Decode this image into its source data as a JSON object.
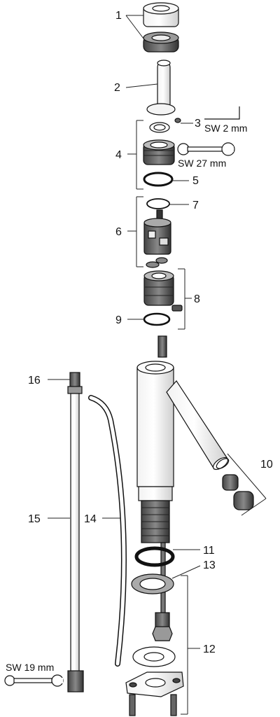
{
  "callouts": [
    {
      "id": "1",
      "label": "1"
    },
    {
      "id": "2",
      "label": "2"
    },
    {
      "id": "3",
      "label": "3"
    },
    {
      "id": "4",
      "label": "4"
    },
    {
      "id": "5",
      "label": "5"
    },
    {
      "id": "6",
      "label": "6"
    },
    {
      "id": "7",
      "label": "7"
    },
    {
      "id": "8",
      "label": "8"
    },
    {
      "id": "9",
      "label": "9"
    },
    {
      "id": "10",
      "label": "10"
    },
    {
      "id": "11",
      "label": "11"
    },
    {
      "id": "12",
      "label": "12"
    },
    {
      "id": "13",
      "label": "13"
    },
    {
      "id": "14",
      "label": "14"
    },
    {
      "id": "15",
      "label": "15"
    },
    {
      "id": "16",
      "label": "16"
    }
  ],
  "tool_labels": {
    "hex_key": "SW 2 mm",
    "wrench_27": "SW 27 mm",
    "wrench_19": "SW 19 mm"
  },
  "icons": {
    "hex_key": "hex-key-icon",
    "wrench": "wrench-icon"
  }
}
